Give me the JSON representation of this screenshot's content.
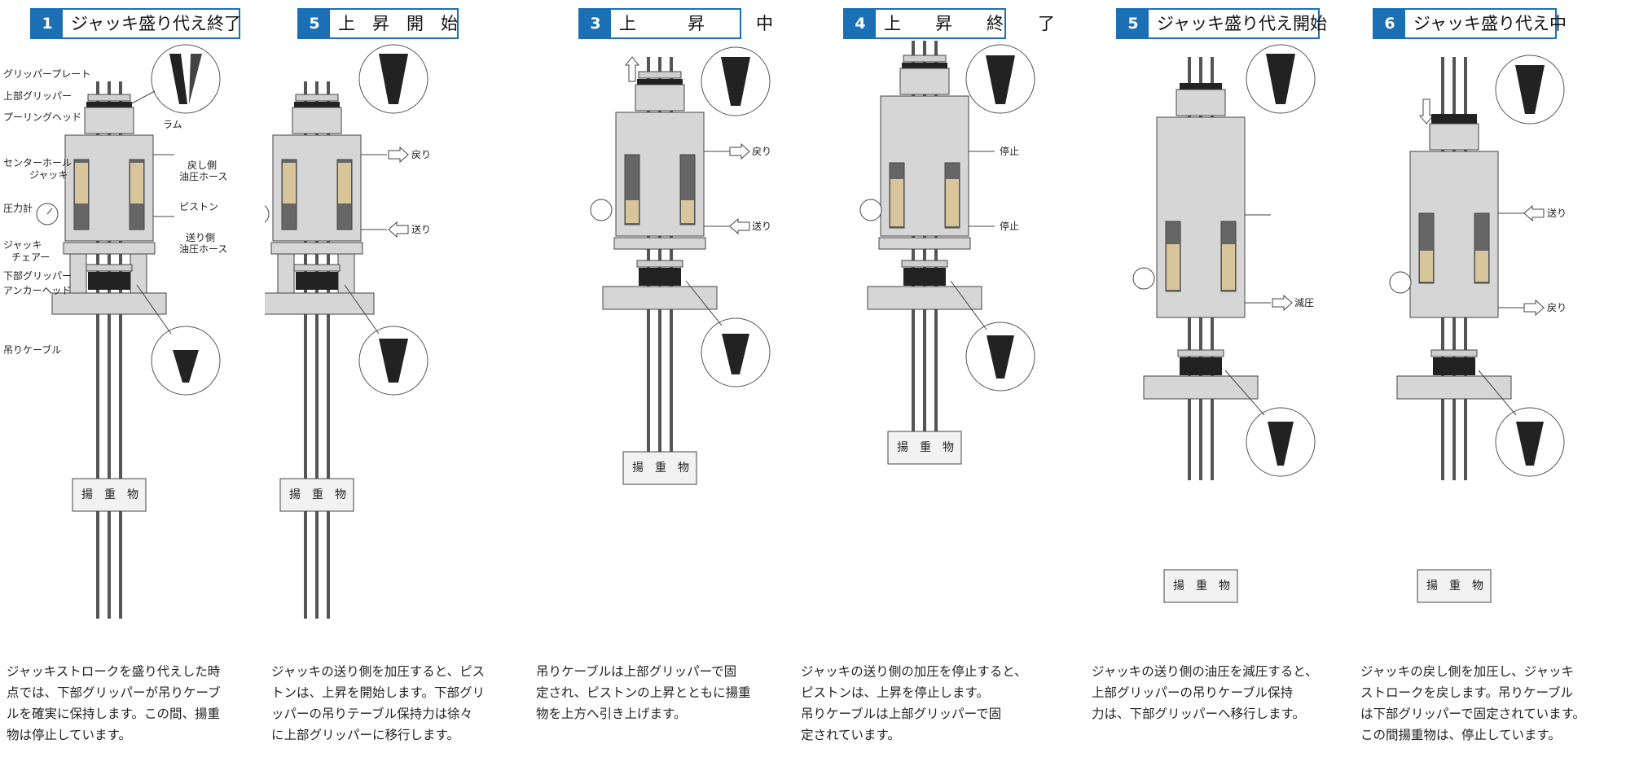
{
  "panels": [
    {
      "num": "1",
      "title": "ジャッキ盛り代え終了",
      "caption": [
        "ジャッキストロークを盛り代えした時",
        "点では、下部グリッパーが吊りケーブ",
        "ルを確実に保持します。この間、揚重",
        "物は停止しています。"
      ],
      "load": "揚　重　物"
    },
    {
      "num": "5",
      "title": "上　昇　開　始",
      "caption": [
        "ジャッキの送り側を加圧すると、ピス",
        "トンは、上昇を開始します。下部グリ",
        "ッパーの吊りテーブル保持力は徐々",
        "に上部グリッパーに移行します。"
      ],
      "load": "揚　重　物",
      "arrow_top": "戻り",
      "arrow_bottom": "送り"
    },
    {
      "num": "3",
      "title": "上　　　昇　　　中",
      "caption": [
        "吊りケーブルは上部グリッパーで固",
        "定され、ピストンの上昇とともに揚重",
        "物を上方へ引き上げます。"
      ],
      "load": "揚　重　物",
      "arrow_top": "戻り",
      "arrow_bottom": "送り"
    },
    {
      "num": "4",
      "title": "上　　昇　　終　　了",
      "caption": [
        "ジャッキの送り側の加圧を停止すると、",
        "ピストンは、上昇を停止します。",
        "吊りケーブルは上部グリッパーで固",
        "定されています。"
      ],
      "load": "揚　重　物",
      "arrow_top": "停止",
      "arrow_bottom": "停止"
    },
    {
      "num": "5",
      "title": "ジャッキ盛り代え開始",
      "caption": [
        "ジャッキの送り側の油圧を減圧すると、",
        "上部グリッパーの吊りケーブル保持",
        "力は、下部グリッパーへ移行します。"
      ],
      "load": "揚　重　物",
      "arrow_bottom": "減圧"
    },
    {
      "num": "6",
      "title": "ジャッキ盛り代え中",
      "caption": [
        "ジャッキの戻し側を加圧し、ジャッキ",
        "ストロークを戻します。吊りケーブル",
        "は下部グリッパーで固定されています。",
        "この間揚重物は、停止しています。"
      ],
      "load": "揚　重　物",
      "arrow_top": "送り",
      "arrow_bottom": "戻り"
    }
  ],
  "part_labels": {
    "gripper_plate": "グリッパープレート",
    "upper_gripper": "上部グリッパー",
    "pulling_head": "プーリングヘッド",
    "ram": "ラム",
    "center_hole": "センターホール",
    "jack": "ジャッキ",
    "return_side": "戻し側",
    "hydraulic_hose": "油圧ホース",
    "piston": "ピストン",
    "pressure_gauge": "圧力計",
    "feed_side": "送り側",
    "jack_chair_1": "ジャッキ",
    "jack_chair_2": "チェアー",
    "lower_gripper": "下部グリッパー",
    "anchor_head": "アンカーヘッド",
    "hanging_cable": "吊りケーブル"
  },
  "colors": {
    "accent": "#1a6fb5",
    "body": "#d6d6d6",
    "oil": "#d8c59a",
    "dark": "#666666"
  }
}
